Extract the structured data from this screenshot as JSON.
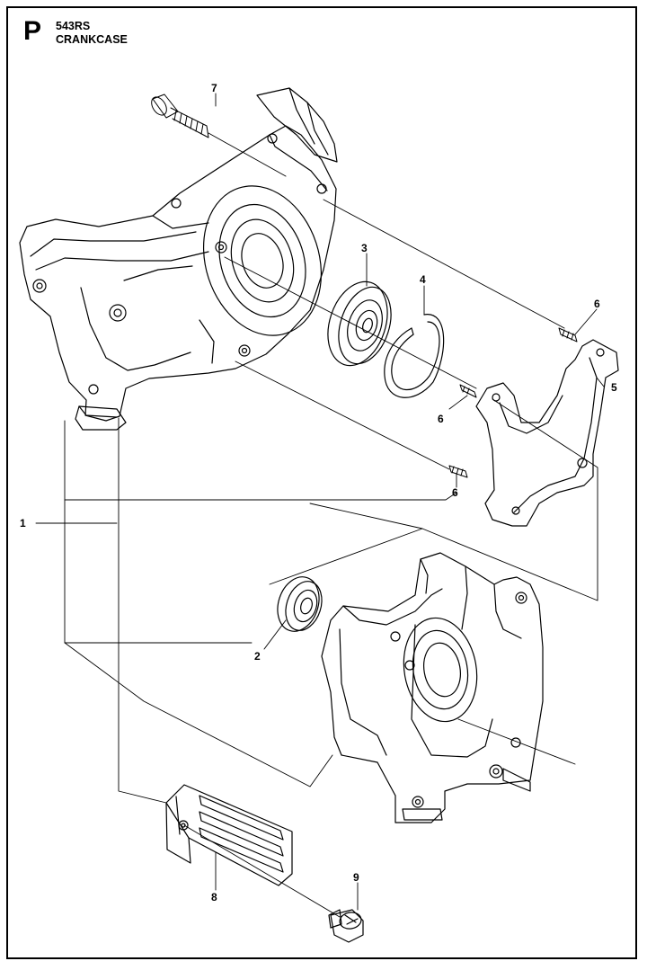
{
  "header": {
    "section_letter": "P",
    "model": "543RS",
    "title": "CRANKCASE"
  },
  "callouts": [
    "1",
    "2",
    "3",
    "4",
    "5",
    "6",
    "6",
    "6",
    "7",
    "8",
    "9"
  ]
}
